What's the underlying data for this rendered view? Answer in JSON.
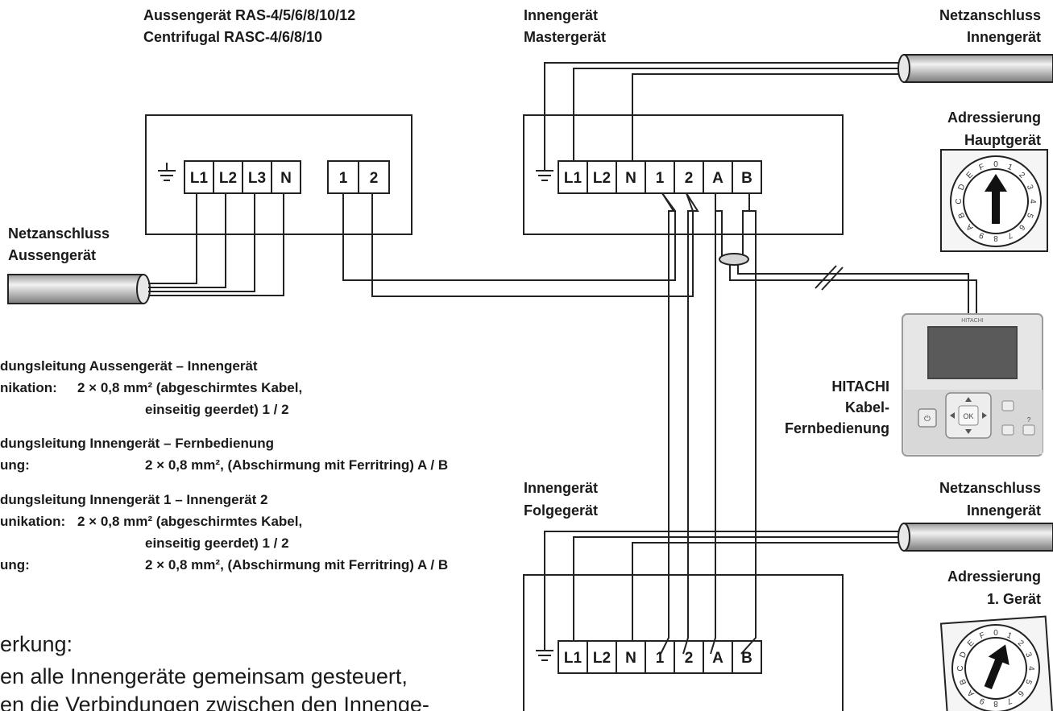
{
  "labels": {
    "outdoor_unit_line1": "Aussengerät RAS-4/5/6/8/10/12",
    "outdoor_unit_line2": "Centrifugal RASC-4/6/8/10",
    "master_line1": "Innengerät",
    "master_line2": "Mastergerät",
    "power_indoor_top_1": "Netzanschluss",
    "power_indoor_top_2": "Innengerät",
    "addr_main_1": "Adressierung",
    "addr_main_2": "Hauptgerät",
    "power_outdoor_1": "Netzanschluss",
    "power_outdoor_2": "Aussengerät",
    "remote_1": "HITACHI",
    "remote_2": "Kabel-",
    "remote_3": "Fernbedienung",
    "follow_line1": "Innengerät",
    "follow_line2": "Folgegerät",
    "power_indoor_bot_1": "Netzanschluss",
    "power_indoor_bot_2": "Innengerät",
    "addr_first_1": "Adressierung",
    "addr_first_2": "1. Gerät",
    "remote_brand": "HITACHI",
    "remote_ok": "OK"
  },
  "terminals": {
    "outdoor": [
      "L1",
      "L2",
      "L3",
      "N"
    ],
    "outdoor_comm": [
      "1",
      "2"
    ],
    "indoor": [
      "L1",
      "L2",
      "N",
      "1",
      "2",
      "A",
      "B"
    ]
  },
  "dial_digits": [
    "0",
    "1",
    "2",
    "3",
    "4",
    "5",
    "6",
    "7",
    "8",
    "9",
    "A",
    "B",
    "C",
    "D",
    "E",
    "F"
  ],
  "notes": {
    "n1_head": "dungsleitung Aussengerät – Innengerät",
    "n1_a": "nikation:",
    "n1_b": "2 × 0,8 mm² (abgeschirmtes Kabel,",
    "n1_c": "einseitig geerdet)  1 / 2",
    "n2_head": "dungsleitung Innengerät – Fernbedienung",
    "n2_a": "ung:",
    "n2_b": "2 × 0,8 mm², (Abschirmung mit Ferritring)  A / B",
    "n3_head": "dungsleitung Innengerät 1 – Innengerät 2",
    "n3_a": "unikation:",
    "n3_b": "2 × 0,8 mm² (abgeschirmtes Kabel,",
    "n3_c": "einseitig geerdet)  1 / 2",
    "n4_a": "ung:",
    "n4_b": "2 × 0,8 mm², (Abschirmung mit Ferritring)  A / B",
    "remark_head": "erkung:",
    "remark_1": "en alle Innengeräte gemeinsam gesteuert,",
    "remark_2": "en die Verbindungen zwischen den Innenge-"
  }
}
